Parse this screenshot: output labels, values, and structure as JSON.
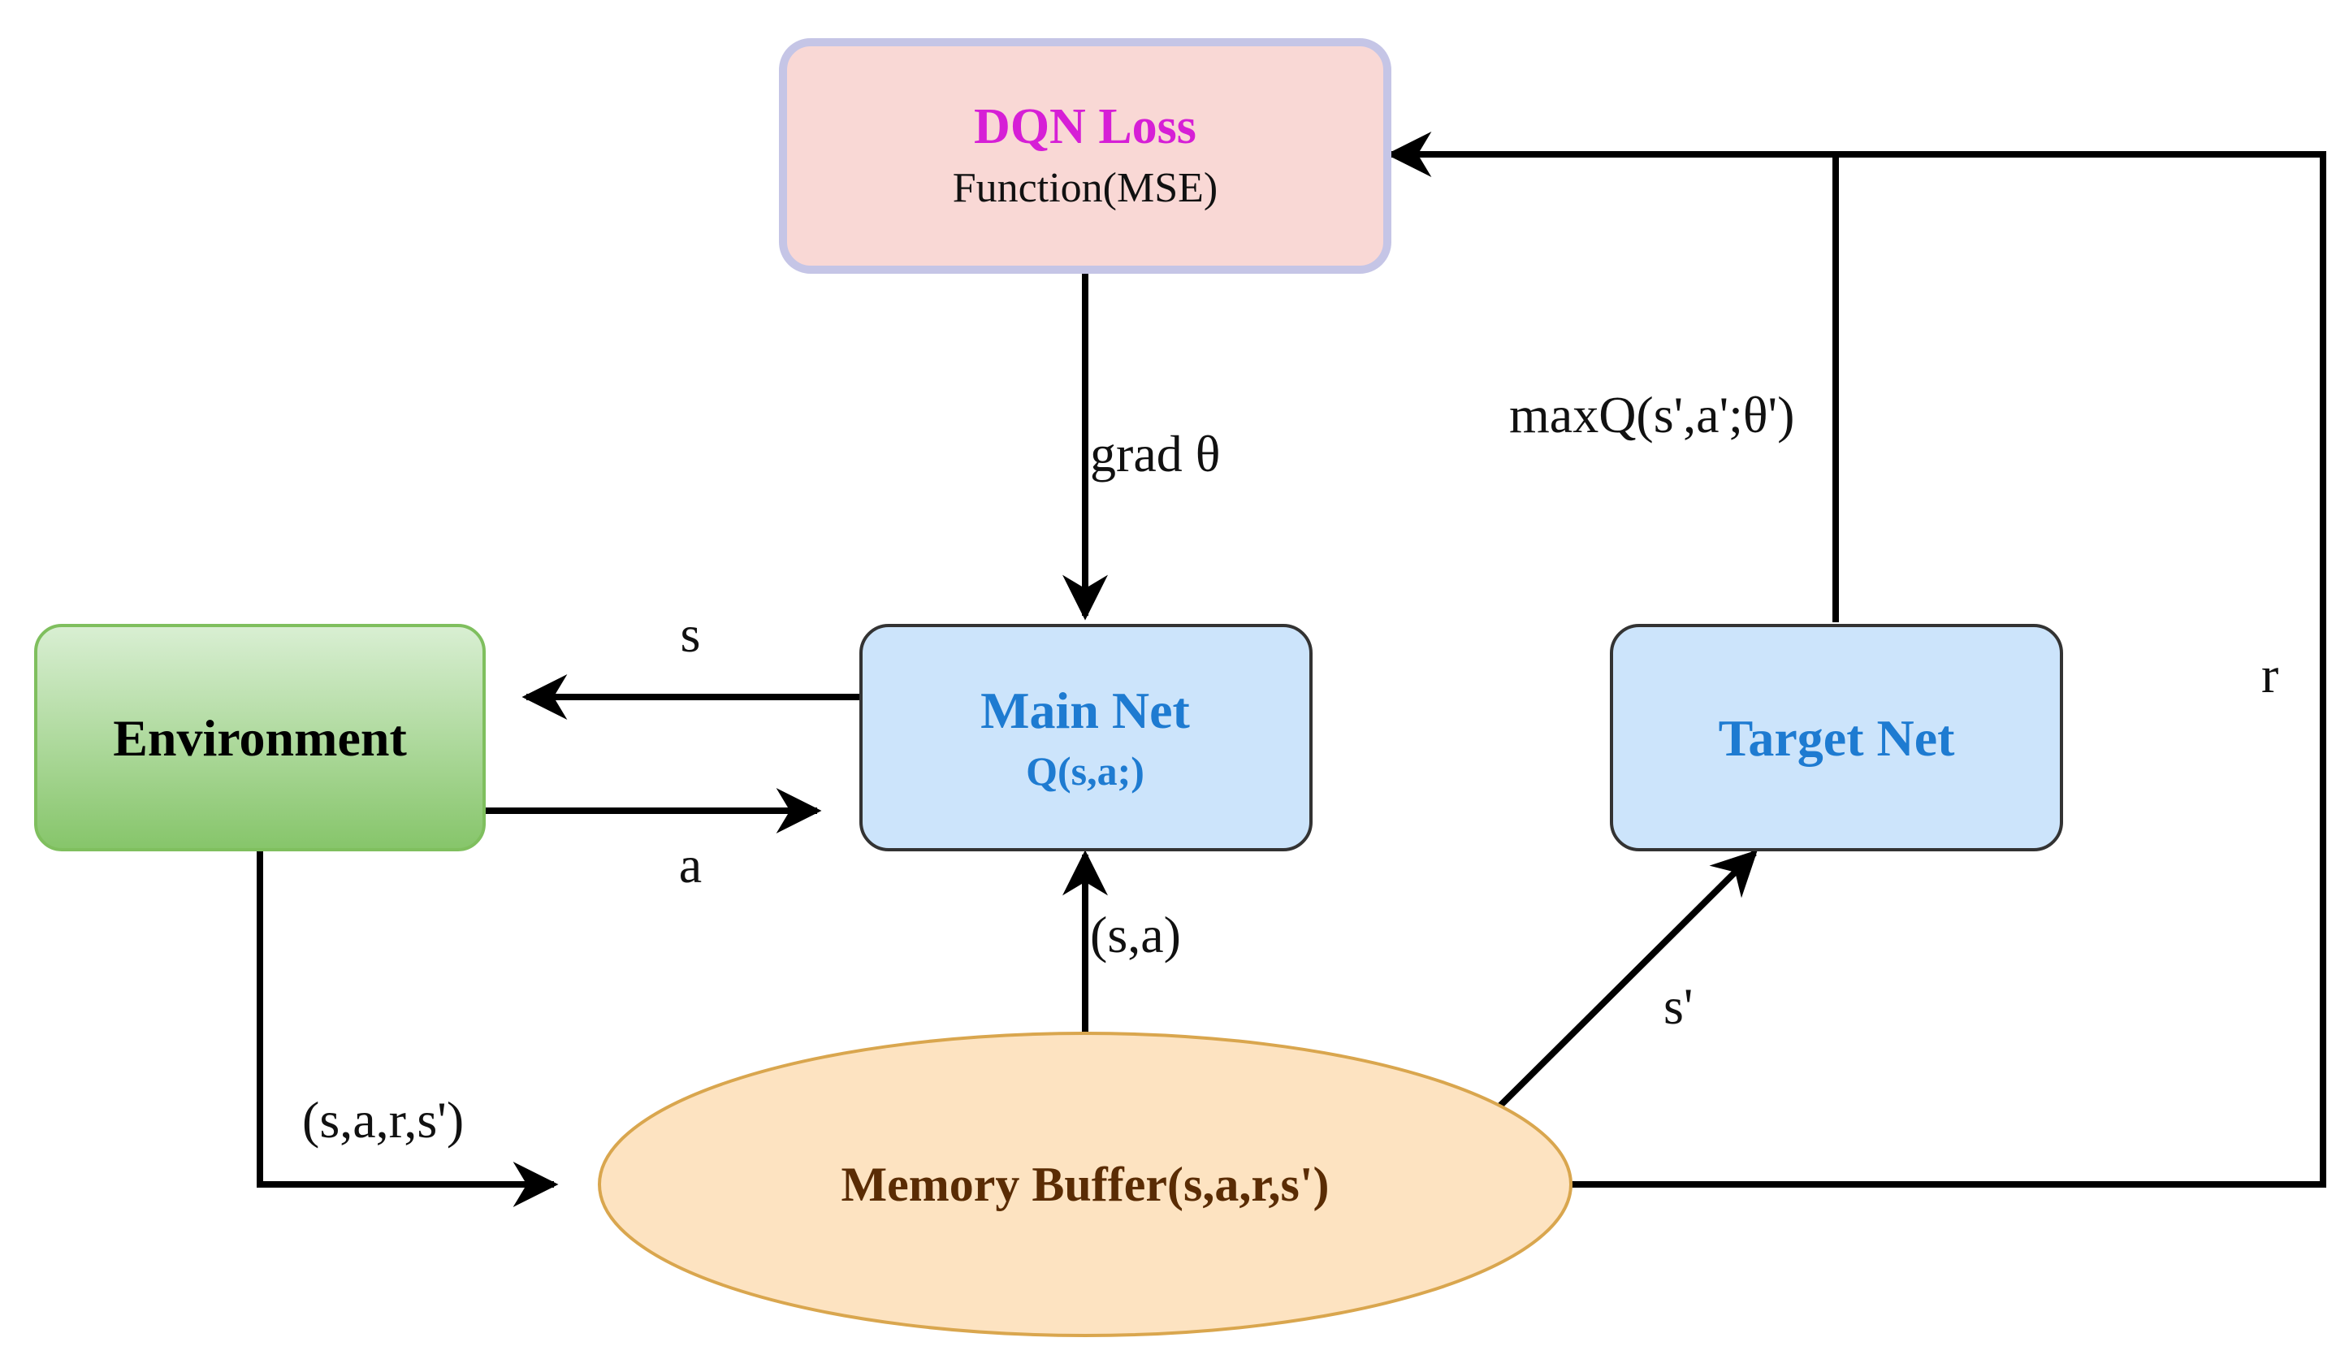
{
  "nodes": {
    "loss": {
      "title": "DQN Loss",
      "subtitle": "Function(MSE)"
    },
    "main_net": {
      "title": "Main Net",
      "subtitle": "Q(s,a;)"
    },
    "target_net": {
      "title": "Target Net"
    },
    "environment": {
      "title": "Environment"
    },
    "memory": {
      "title": "Memory Buffer(s,a,r,s')"
    }
  },
  "edges": {
    "grad": "grad θ",
    "maxq": "maxQ(s',a';θ')",
    "state": "s",
    "action": "a",
    "reward": "r",
    "transition": "(s,a,r,s')",
    "sample": "(s,a)",
    "next_state": "s'"
  },
  "colors": {
    "loss_fill": "#f9d8d5",
    "loss_border": "#c5c5e6",
    "loss_title": "#d61fd6",
    "net_fill": "#cce4fb",
    "net_border": "#333333",
    "net_text": "#1e7bd1",
    "env_fill_top": "#d9efd3",
    "env_fill_bottom": "#86c56a",
    "env_border": "#7fbf5e",
    "memory_fill": "#fde3c1",
    "memory_border": "#d9a64e",
    "memory_text": "#5a2c04",
    "edge": "#000000"
  }
}
